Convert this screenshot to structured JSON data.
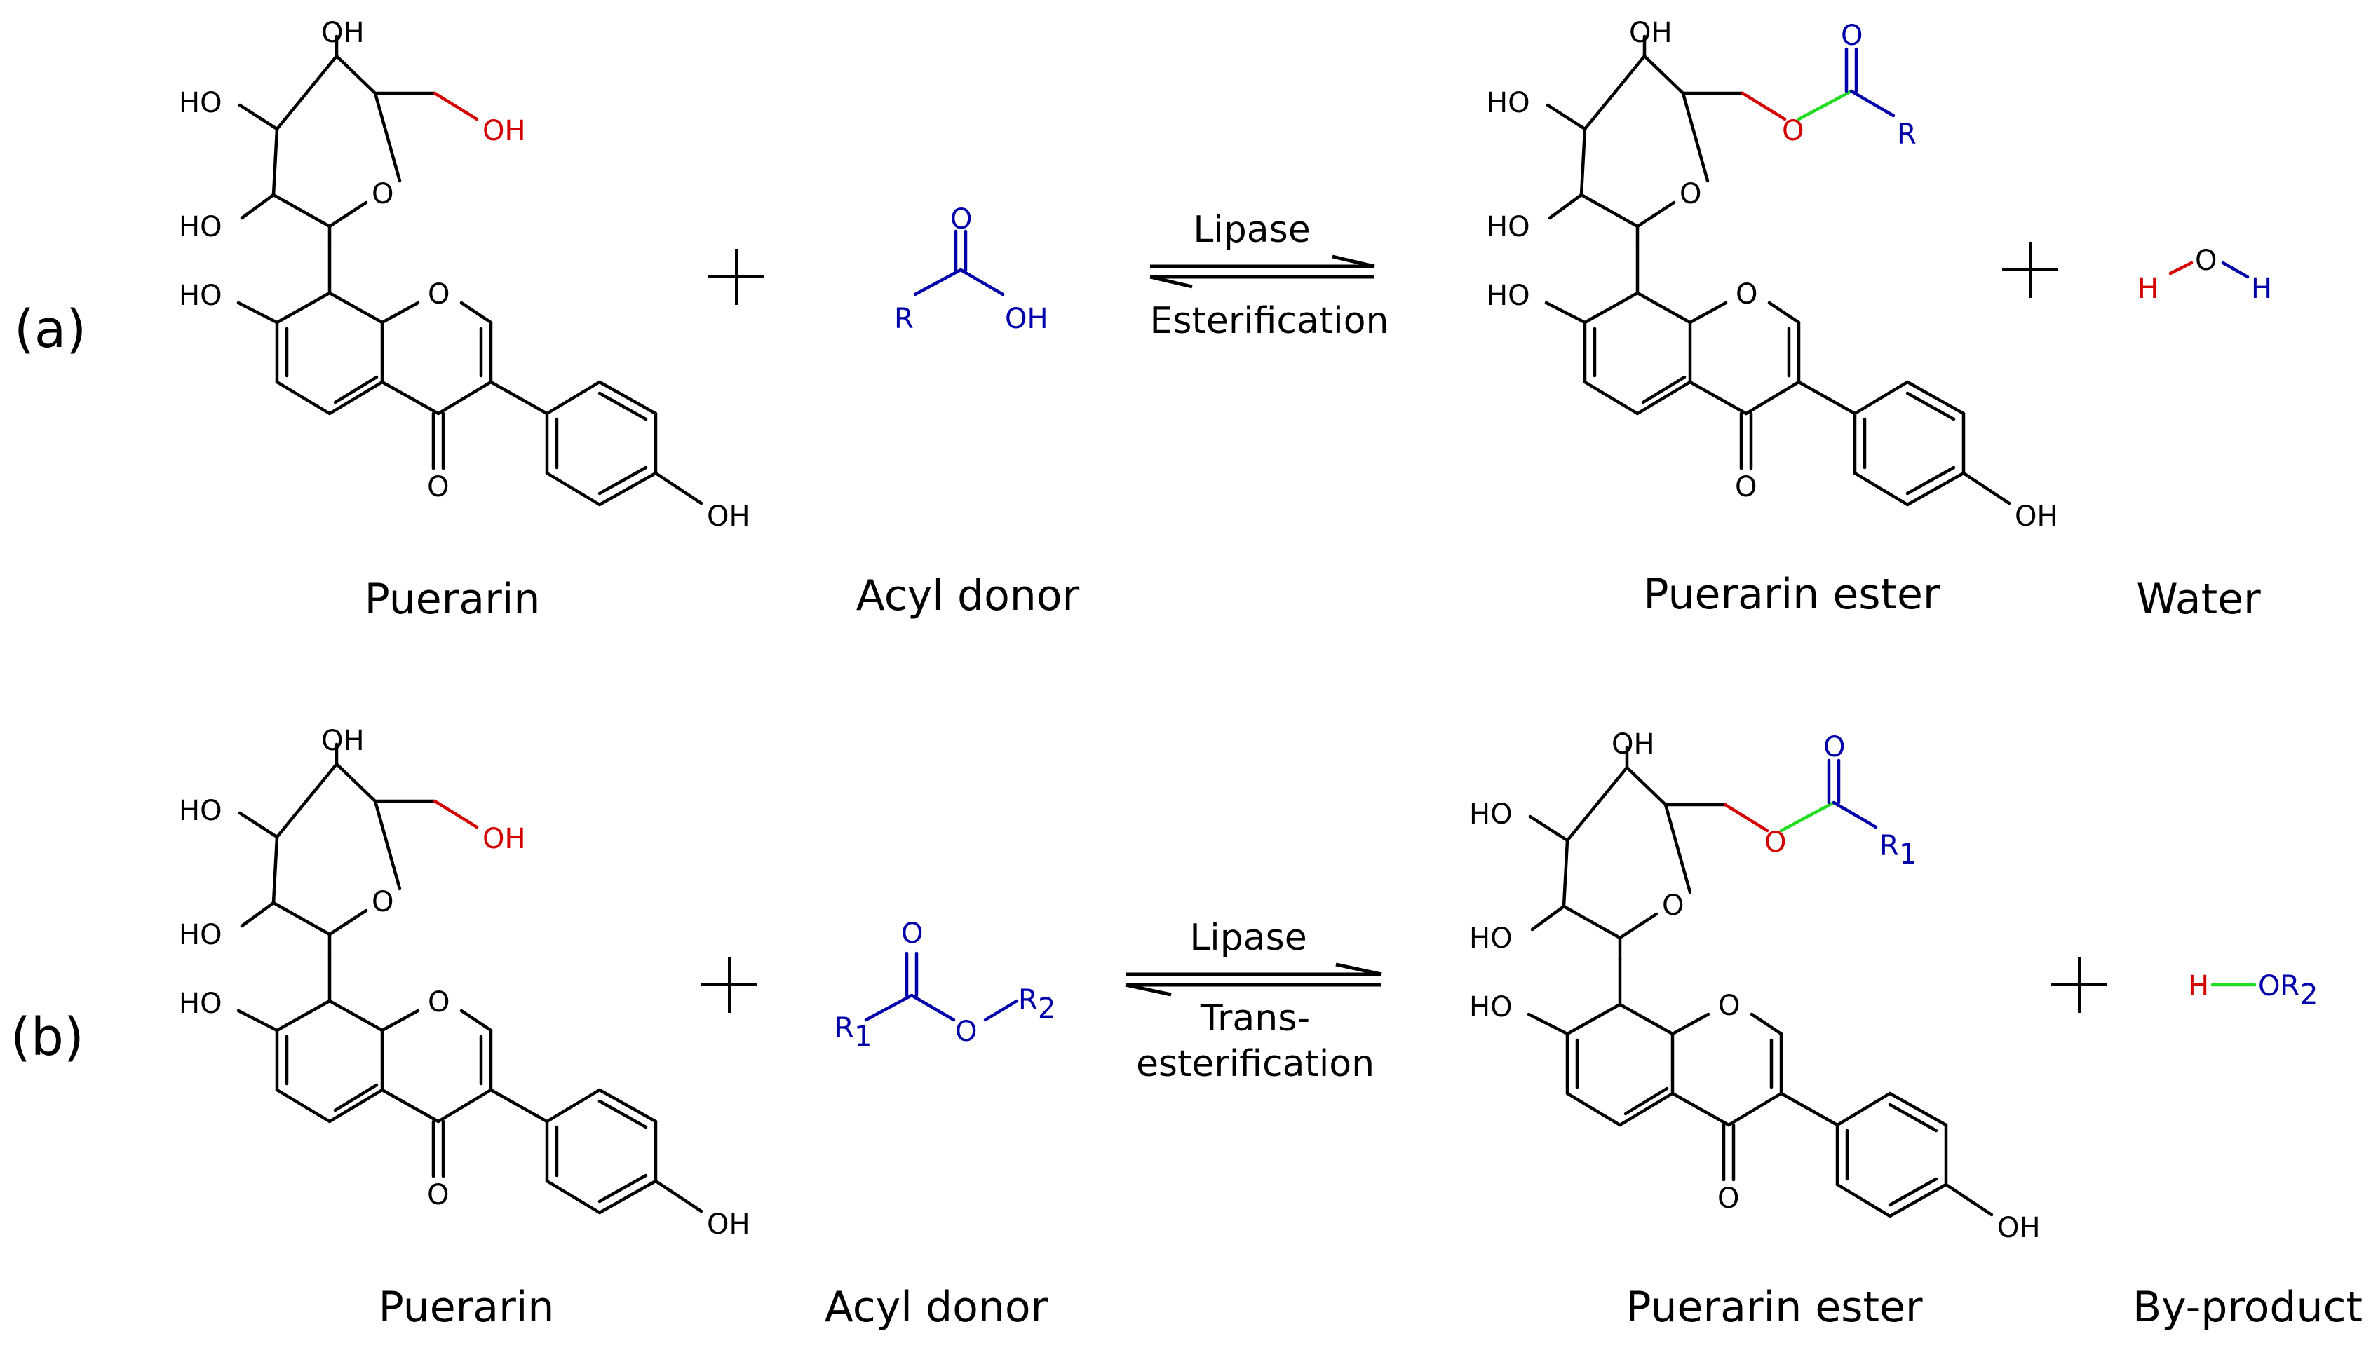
{
  "panels": [
    {
      "label": "(a)",
      "reactant1": "Puerarin",
      "reactant2": "Acyl donor",
      "product1": "Puerarin ester",
      "product2": "Water",
      "catalyst": "Lipase",
      "reaction": "Esterification",
      "donor_atoms": {
        "carbonyl_o": "O",
        "r": "R",
        "oh": "OH"
      },
      "ester_atoms": {
        "carbonyl_o": "O",
        "ester_o": "O",
        "r": "R"
      },
      "water_atoms": {
        "h1": "H",
        "o": "O",
        "h2": "H"
      }
    },
    {
      "label": "(b)",
      "reactant1": "Puerarin",
      "reactant2": "Acyl donor",
      "product1": "Puerarin ester",
      "product2": "By-product",
      "catalyst": "Lipase",
      "reaction_line1": "Trans-",
      "reaction_line2": "esterification",
      "donor_atoms": {
        "carbonyl_o": "O",
        "r1": "R",
        "r1_sub": "1",
        "o": "O",
        "r2": "R",
        "r2_sub": "2"
      },
      "ester_atoms": {
        "carbonyl_o": "O",
        "ester_o": "O",
        "r1": "R",
        "r1_sub": "1"
      },
      "byproduct_atoms": {
        "h": "H",
        "or": "OR",
        "sub": "2"
      }
    }
  ],
  "puerarin_atoms": {
    "oh_top": "OH",
    "ho_left_upper": "HO",
    "ho_left_lower": "HO",
    "ch2oh": "OH",
    "ring_o_sugar": "O",
    "ho_a7": "HO",
    "ring_o_chromone": "O",
    "keto_o": "O",
    "oh_phenol": "OH"
  },
  "colors": {
    "black": "#000000",
    "hydroxyl_red": "#d40000",
    "acyl_blue": "#0000aa",
    "bond_green": "#22dd22"
  }
}
